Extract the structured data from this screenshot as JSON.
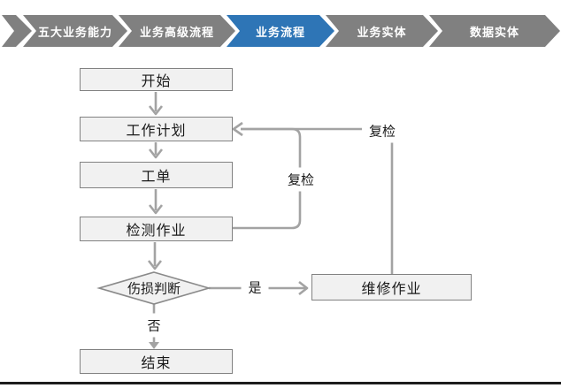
{
  "breadcrumb": {
    "active_color": "#2E75B6",
    "inactive_color": "#808080",
    "items": [
      {
        "label": "五大业务能力",
        "active": false
      },
      {
        "label": "业务高级流程",
        "active": false
      },
      {
        "label": "业务流程",
        "active": true
      },
      {
        "label": "业务实体",
        "active": false
      },
      {
        "label": "数据实体",
        "active": false
      }
    ]
  },
  "flowchart": {
    "colors": {
      "line": "#A3A3A3",
      "node_fill": "#F1F1F1",
      "node_border": "#828282"
    },
    "nodes": [
      {
        "id": "start",
        "type": "process",
        "label": "开始"
      },
      {
        "id": "work-plan",
        "type": "process",
        "label": "工作计划"
      },
      {
        "id": "work-order",
        "type": "process",
        "label": "工单"
      },
      {
        "id": "inspection",
        "type": "process",
        "label": "检测作业"
      },
      {
        "id": "damage-decision",
        "type": "decision",
        "label": "伤损判断"
      },
      {
        "id": "repair",
        "type": "process",
        "label": "维修作业"
      },
      {
        "id": "end",
        "type": "process",
        "label": "结束"
      }
    ],
    "edge_labels": {
      "recheck_inner": "复检",
      "recheck_outer": "复检",
      "yes": "是",
      "no": "否"
    }
  }
}
